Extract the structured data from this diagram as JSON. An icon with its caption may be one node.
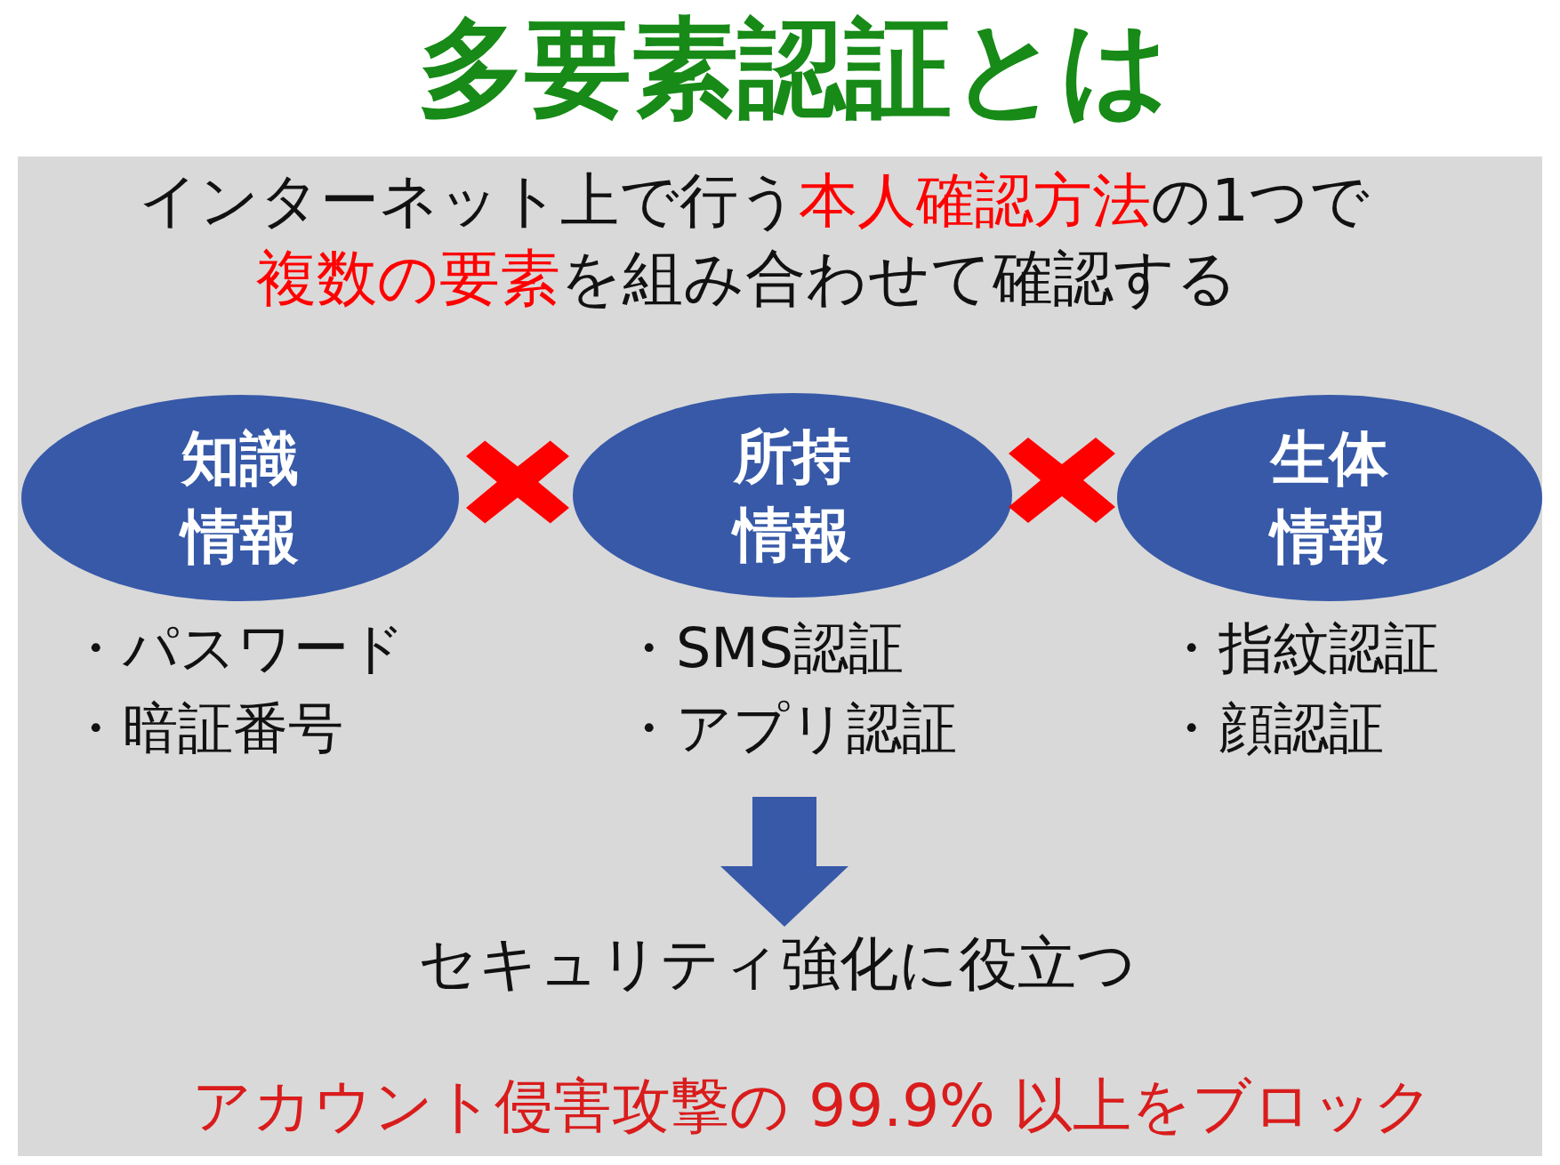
{
  "diagram": {
    "title": "多要素認証とは",
    "nodes": [
      {
        "text": [
          "知識情報"
        ],
        "beside": [
          "・パスワード",
          "・暗証番号"
        ]
      },
      {
        "text": [
          "所持情報"
        ],
        "beside": [
          "・SMS認証",
          "・アプリ認証"
        ]
      },
      {
        "text": [
          "生体情報"
        ],
        "beside": [
          "・指紋認証",
          "・顔認証"
        ]
      },
      {
        "text": [
          "セキュリティ強化に役立つ"
        ]
      }
    ],
    "edges": [
      {
        "from": null,
        "to": 3,
        "arrow": "to"
      }
    ],
    "labels": [
      "インターネット上で行う**本人確認方法**の1つで",
      "**複数の要素**を組み合わせて確認する",
      "アカウント侵害攻撃の 99.9% 以上をブロック"
    ]
  }
}
